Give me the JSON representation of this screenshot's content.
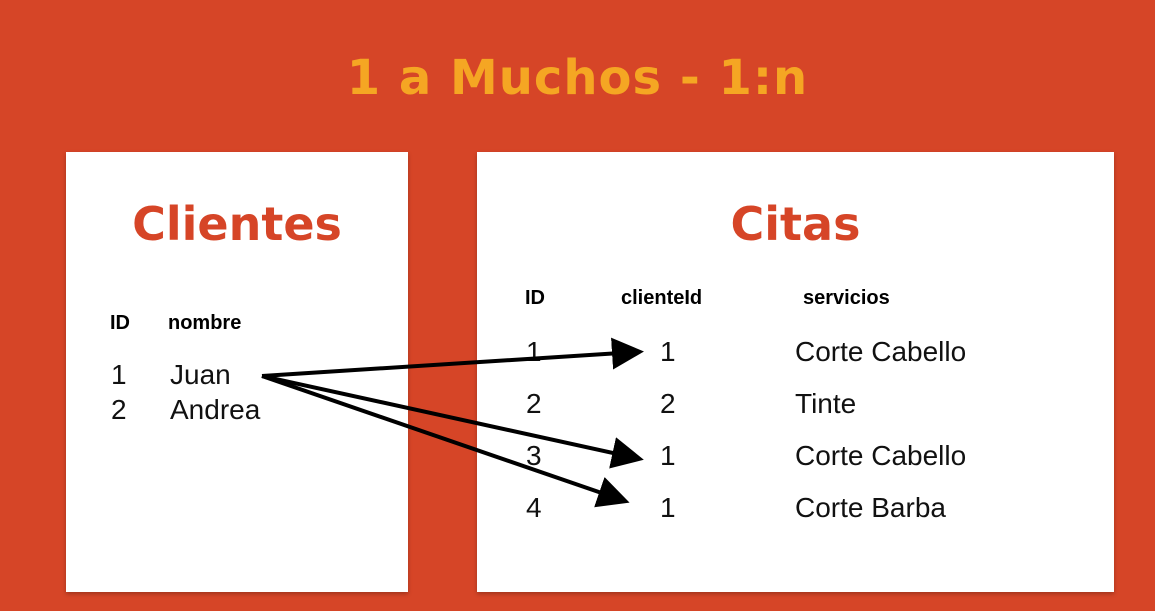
{
  "title": "1 a Muchos - 1:n",
  "colors": {
    "background": "#d64527",
    "title": "#f5a623",
    "table_title": "#d64527",
    "card": "#ffffff",
    "arrow": "#000000"
  },
  "clientes": {
    "title": "Clientes",
    "headers": [
      "ID",
      "nombre"
    ],
    "rows": [
      {
        "id": "1",
        "nombre": "Juan"
      },
      {
        "id": "2",
        "nombre": "Andrea"
      }
    ]
  },
  "citas": {
    "title": "Citas",
    "headers": [
      "ID",
      "clienteId",
      "servicios"
    ],
    "rows": [
      {
        "id": "1",
        "clienteId": "1",
        "servicios": "Corte Cabello"
      },
      {
        "id": "2",
        "clienteId": "2",
        "servicios": "Tinte"
      },
      {
        "id": "3",
        "clienteId": "1",
        "servicios": "Corte Cabello"
      },
      {
        "id": "4",
        "clienteId": "1",
        "servicios": "Corte Barba"
      }
    ]
  },
  "relations": [
    {
      "from_cliente": 0,
      "to_cita": 0
    },
    {
      "from_cliente": 0,
      "to_cita": 2
    },
    {
      "from_cliente": 0,
      "to_cita": 3
    }
  ]
}
